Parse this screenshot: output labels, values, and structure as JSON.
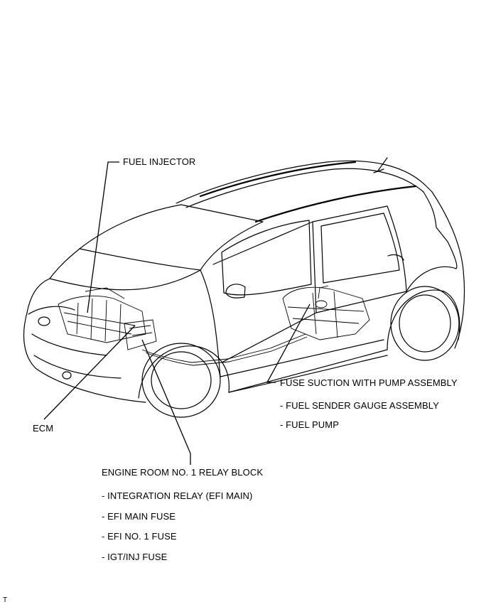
{
  "labels": {
    "fuel_injector": "FUEL INJECTOR",
    "fuse_suction": "FUSE SUCTION WITH PUMP ASSEMBLY",
    "fuel_sender": "- FUEL SENDER GAUGE ASSEMBLY",
    "fuel_pump": "- FUEL PUMP",
    "ecm": "ECM",
    "relay_block": "ENGINE ROOM NO. 1 RELAY BLOCK",
    "integration_relay": "- INTEGRATION RELAY (EFI MAIN)",
    "efi_main_fuse": "- EFI MAIN FUSE",
    "efi_no1_fuse": "- EFI NO. 1 FUSE",
    "igt_inj_fuse": "- IGT/INJ FUSE"
  },
  "footer": {
    "code": "T"
  }
}
